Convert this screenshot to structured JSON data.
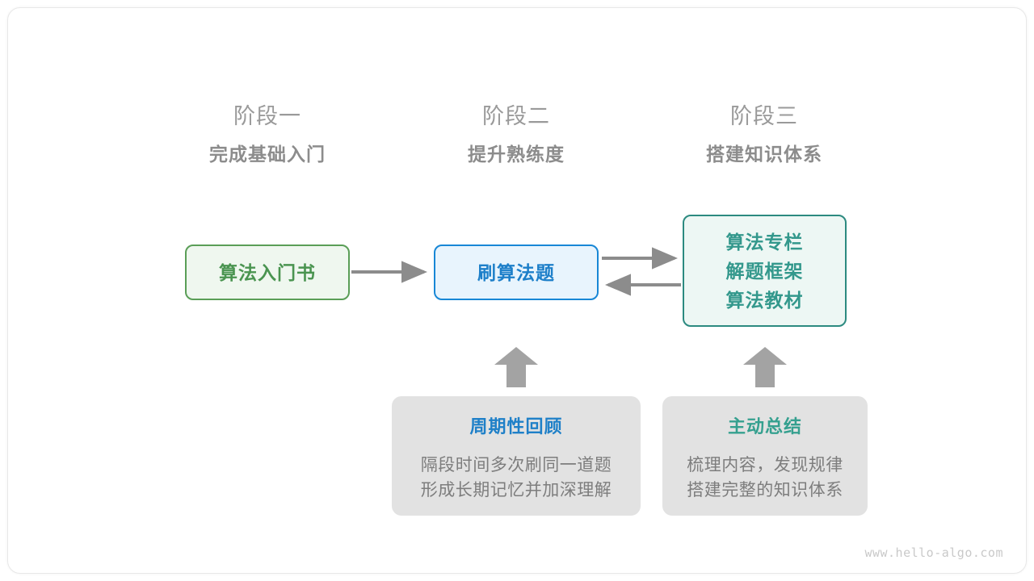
{
  "watermark": "www.hello-algo.com",
  "colors": {
    "green": "#4a9450",
    "blue": "#1d7fc9",
    "teal": "#33988c",
    "arrow_gray": "#8c8c8c",
    "card_gray": "#e2e2e2",
    "header_gray": "#8c8c8c"
  },
  "stages": [
    {
      "number": "阶段一",
      "title": "完成基础入门"
    },
    {
      "number": "阶段二",
      "title": "提升熟练度"
    },
    {
      "number": "阶段三",
      "title": "搭建知识体系"
    }
  ],
  "flow_boxes": [
    {
      "id": "intro-book",
      "lines": [
        "算法入门书"
      ],
      "style": "green"
    },
    {
      "id": "practice-problems",
      "lines": [
        "刷算法题"
      ],
      "style": "blue"
    },
    {
      "id": "knowledge-resources",
      "lines": [
        "算法专栏",
        "解题框架",
        "算法教材"
      ],
      "style": "teal"
    }
  ],
  "tips": [
    {
      "id": "periodic-review",
      "title": "周期性回顾",
      "title_color": "blue",
      "body": [
        "隔段时间多次刷同一道题",
        "形成长期记忆并加深理解"
      ]
    },
    {
      "id": "active-summary",
      "title": "主动总结",
      "title_color": "teal",
      "body": [
        "梳理内容，发现规律",
        "搭建完整的知识体系"
      ]
    }
  ],
  "connectors": [
    {
      "id": "book-to-practice",
      "direction": "right"
    },
    {
      "id": "practice-to-resources",
      "direction": "right"
    },
    {
      "id": "resources-to-practice",
      "direction": "left"
    },
    {
      "id": "review-to-practice",
      "direction": "up"
    },
    {
      "id": "summary-to-resources",
      "direction": "up"
    }
  ]
}
